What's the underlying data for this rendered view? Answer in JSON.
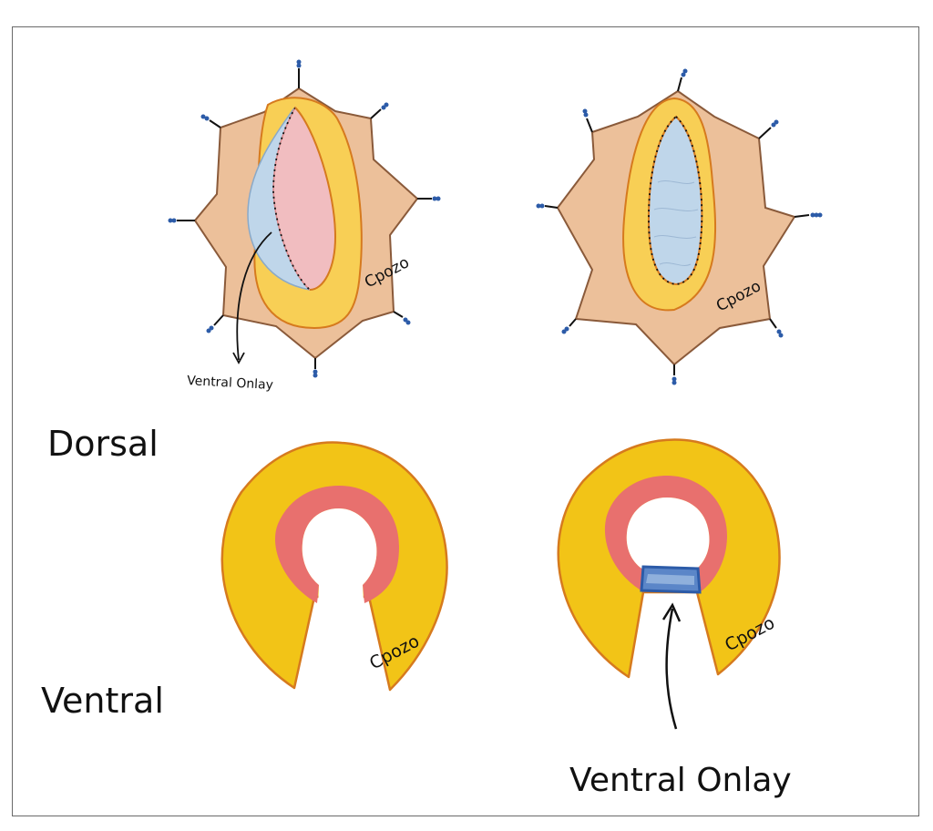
{
  "labels": {
    "dorsal": "Dorsal",
    "ventral": "Ventral",
    "onlay_small": "Ventral Onlay",
    "onlay_large": "Ventral Onlay"
  },
  "signatures": [
    "Cpozo",
    "Cpozo",
    "Cpozo",
    "Cpozo"
  ],
  "colors": {
    "skin": "#ECC09A",
    "skin_outline": "#8A5A3A",
    "tissue_yellow": "#F2C417",
    "tissue_light_yellow": "#F8CF55",
    "tissue_outline": "#D67A1E",
    "mucosa_pink": "#E8706E",
    "graft_pink": "#F1BDC0",
    "graft_blue": "#BFD6EA",
    "suture_blue": "#2C5BA8",
    "suture_black": "#111111"
  }
}
